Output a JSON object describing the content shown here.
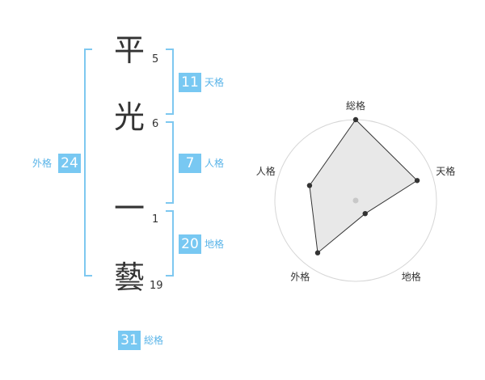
{
  "name": {
    "characters": [
      {
        "char": "平",
        "strokes": "5"
      },
      {
        "char": "光",
        "strokes": "6"
      },
      {
        "char": "一",
        "strokes": "1"
      },
      {
        "char": "藝",
        "strokes": "19"
      }
    ]
  },
  "fortunes": {
    "tenkaku": {
      "value": "11",
      "label": "天格"
    },
    "jinkaku": {
      "value": "7",
      "label": "人格"
    },
    "chikaku": {
      "value": "20",
      "label": "地格"
    },
    "gaikaku": {
      "value": "24",
      "label": "外格"
    },
    "soukaku": {
      "value": "31",
      "label": "総格"
    }
  },
  "colors": {
    "accent": "#78c8f2",
    "bracket": "#7ec8f0",
    "label": "#5ab4e8"
  },
  "radar": {
    "axes": [
      "総格",
      "天格",
      "地格",
      "外格",
      "人格"
    ],
    "values": [
      5,
      4,
      1,
      4,
      3
    ],
    "max": 5
  }
}
